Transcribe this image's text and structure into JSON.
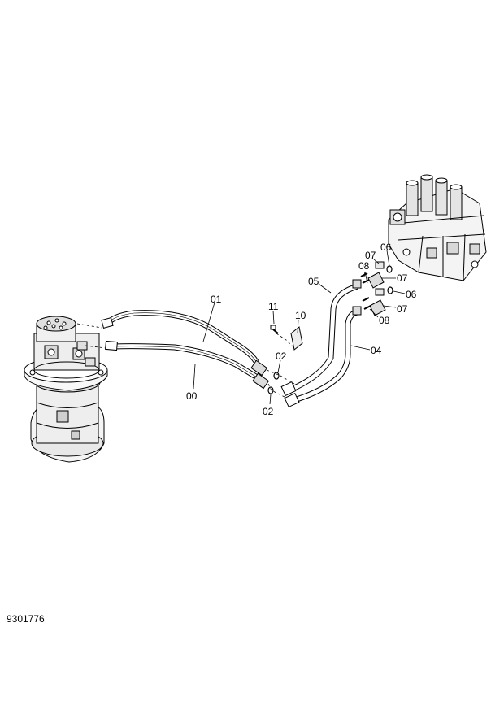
{
  "callouts": {
    "c00": "00",
    "c01": "01",
    "c02a": "02",
    "c02b": "02",
    "c04": "04",
    "c05": "05",
    "c06a": "06",
    "c06b": "06",
    "c07a": "07",
    "c07b": "07",
    "c07c": "07",
    "c08a": "08",
    "c08b": "08",
    "c10": "10",
    "c11": "11"
  },
  "drawing_number": "9301776"
}
